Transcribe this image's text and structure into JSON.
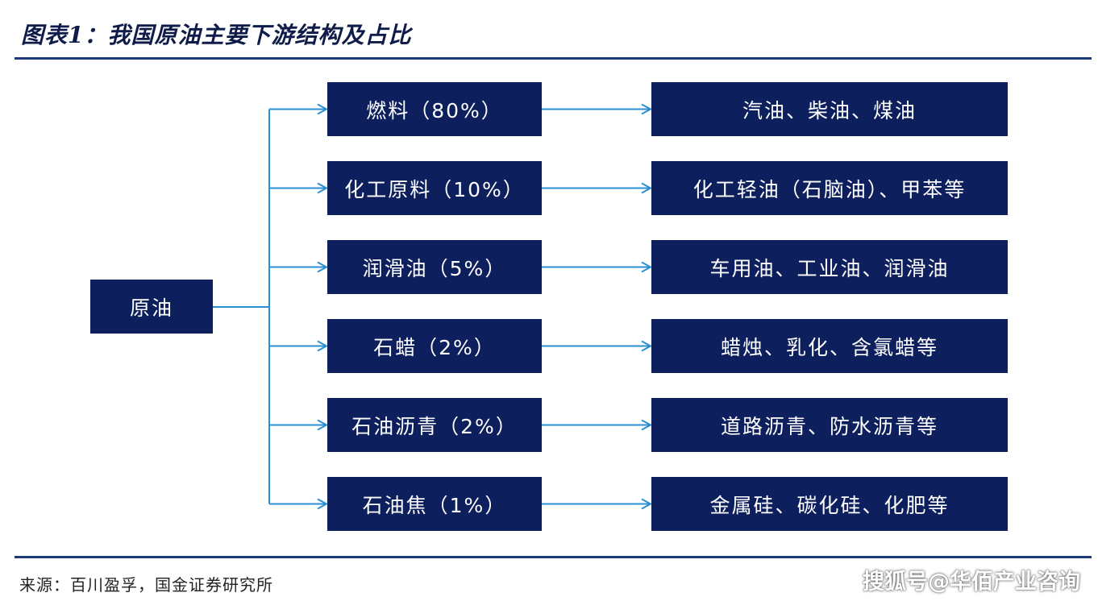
{
  "title": "图表1：我国原油主要下游结构及占比",
  "root": {
    "label": "原油"
  },
  "branches": [
    {
      "category": "燃料（80%）",
      "products": "汽油、柴油、煤油"
    },
    {
      "category": "化工原料（10%）",
      "products": "化工轻油（石脑油）、甲苯等"
    },
    {
      "category": "润滑油（5%）",
      "products": "车用油、工业油、润滑油"
    },
    {
      "category": "石蜡（2%）",
      "products": "蜡烛、乳化、含氯蜡等"
    },
    {
      "category": "石油沥青（2%）",
      "products": "道路沥青、防水沥青等"
    },
    {
      "category": "石油焦（1%）",
      "products": "金属硅、碳化硅、化肥等"
    }
  ],
  "source": "来源：百川盈孚，国金证券研究所",
  "watermark": "搜狐号@华佰产业咨询",
  "colors": {
    "box": "#0d1f5c",
    "connector": "#2a8fd0",
    "rule": "#1f3c7a"
  }
}
